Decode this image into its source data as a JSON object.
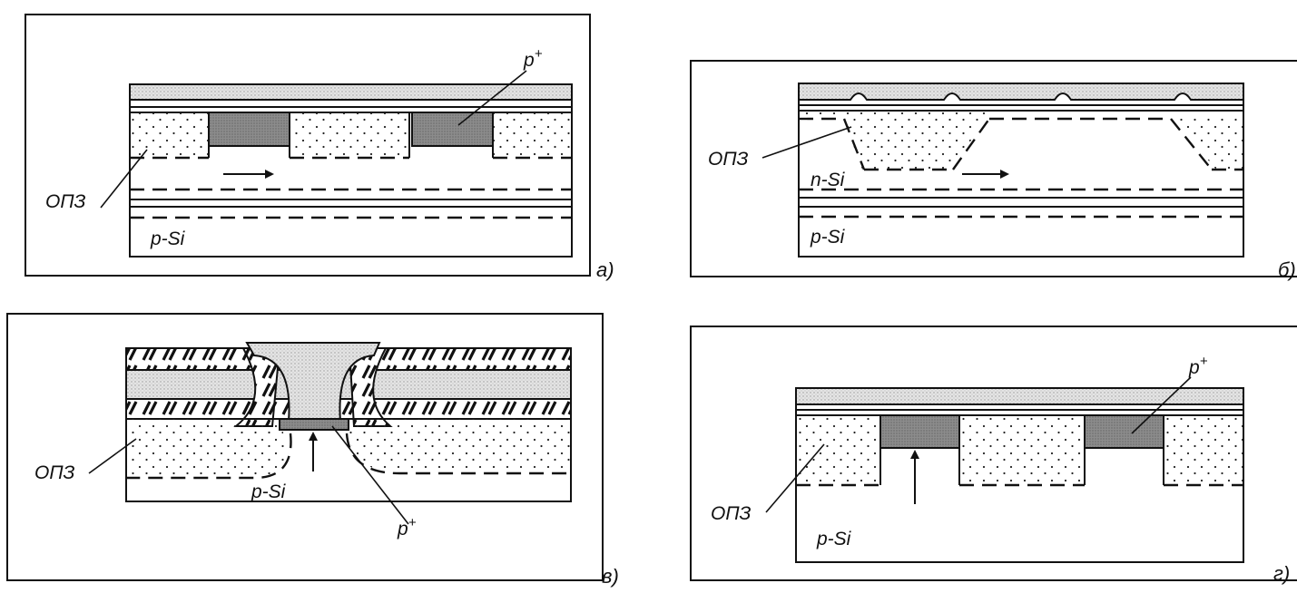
{
  "panels": {
    "a": {
      "label": "а)",
      "opz": "ОПЗ",
      "substrate": "p-Si",
      "implant": "p",
      "implant_sup": "+"
    },
    "b": {
      "label": "б)",
      "opz": "ОПЗ",
      "channel": "n-Si",
      "substrate": "p-Si"
    },
    "v": {
      "label": "в)",
      "opz": "ОПЗ",
      "substrate": "p-Si",
      "implant": "p",
      "implant_sup": "+"
    },
    "g": {
      "label": "г)",
      "opz": "ОПЗ",
      "substrate": "p-Si",
      "implant": "p",
      "implant_sup": "+"
    }
  },
  "colors": {
    "ink": "#111111",
    "oxide_fill": "#d9d9d9",
    "p_plus_fill": "#8c8c8c",
    "metal_fill": "#dcdcdc"
  }
}
